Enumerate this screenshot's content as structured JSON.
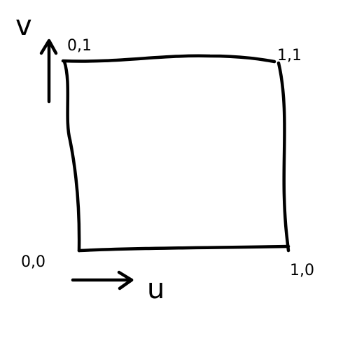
{
  "corners": {
    "top_left": "0,1",
    "top_right": "1,1",
    "bottom_left": "0,0",
    "bottom_right": "1,0"
  },
  "axes": {
    "vertical": "v",
    "horizontal": "u"
  },
  "colors": {
    "ink": "#000000",
    "background": "#ffffff"
  }
}
